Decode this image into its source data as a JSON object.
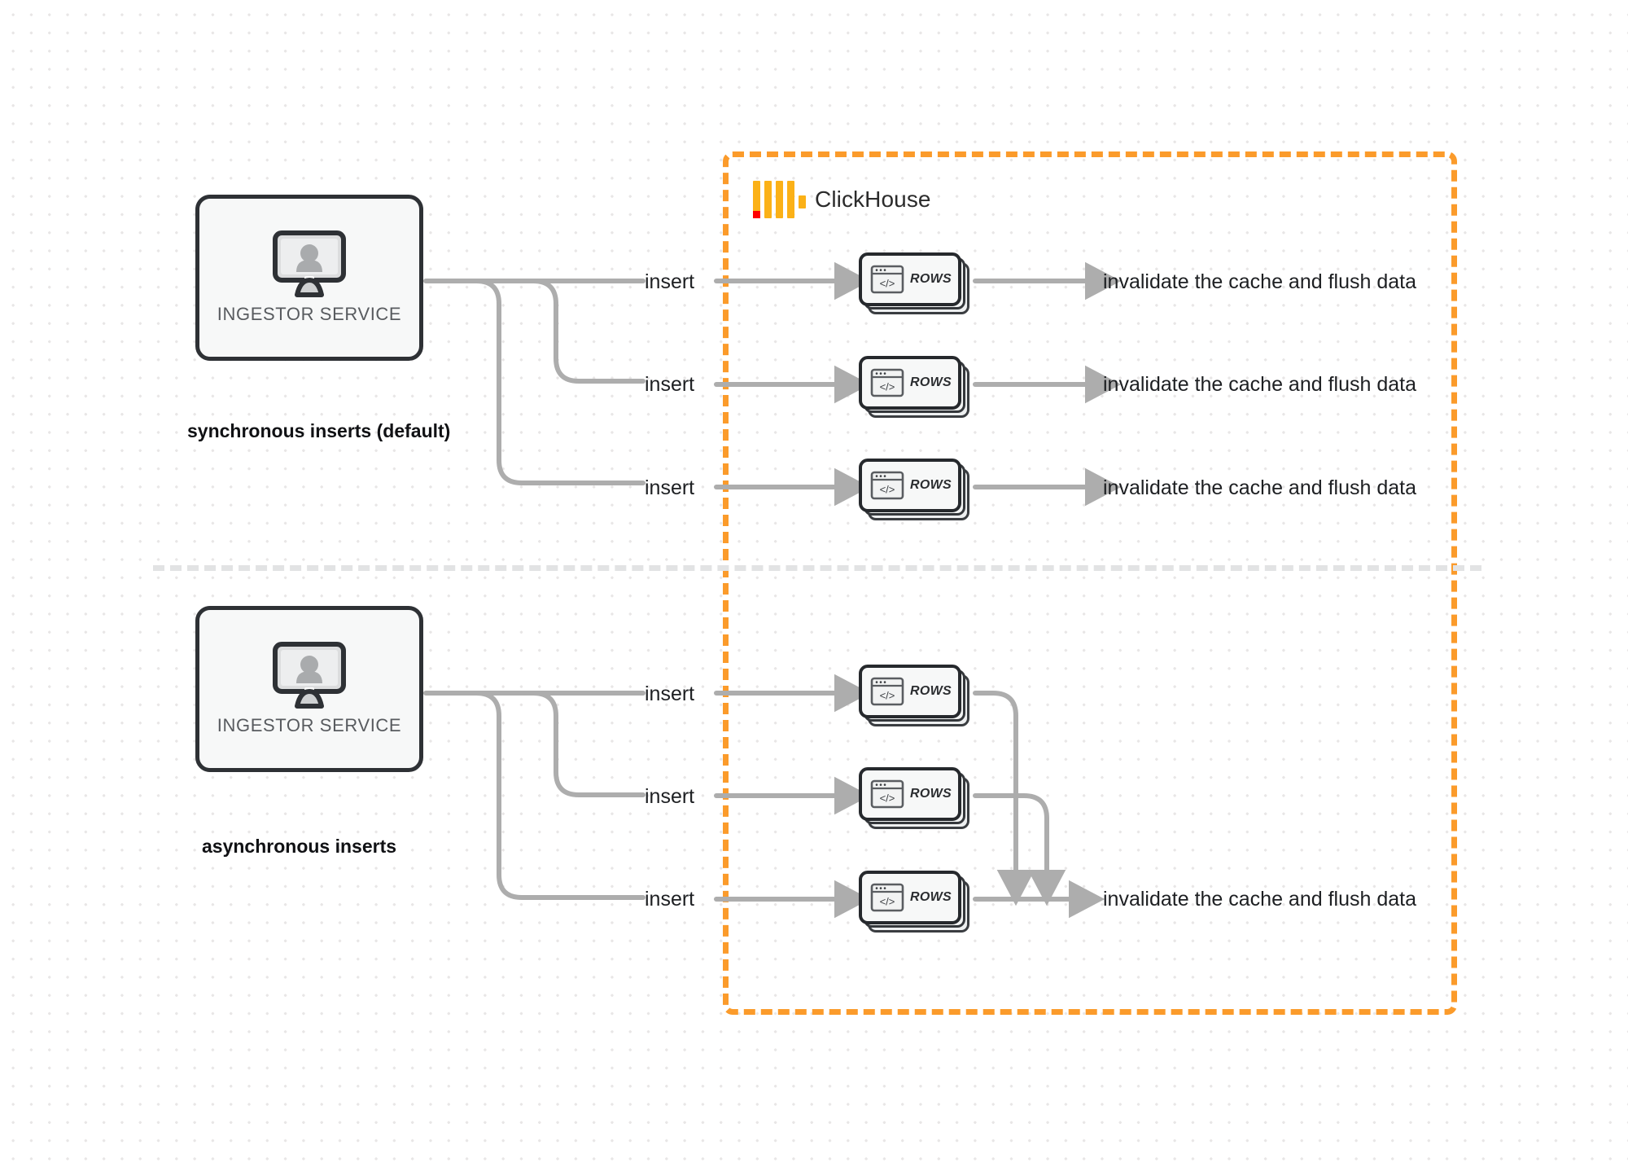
{
  "diagram": {
    "title": "ClickHouse synchronous vs asynchronous inserts",
    "brand": {
      "name": "ClickHouse",
      "logo_icon": "clickhouse-logo-icon",
      "accent_color": "#FB9B2B",
      "logo_bar_color": "#FBB117",
      "logo_dot_color": "#FF0000"
    },
    "colors": {
      "background": "#ffffff",
      "grid_dot": "#e8e6e6",
      "box_border": "#2E3135",
      "box_fill": "#F7F8F8",
      "connector": "#ADADAD",
      "divider": "#E2E3E4",
      "text": "#1d1f22",
      "muted_text": "#585B5F"
    },
    "region": {
      "label": "ClickHouse",
      "border_style": "dashed",
      "border_color": "#FB9B2B"
    },
    "divider_style": "dashed",
    "sections": [
      {
        "id": "synchronous",
        "label": "synchronous inserts (default)",
        "source": {
          "name": "INGESTOR SERVICE",
          "icon": "monitor-user-icon"
        },
        "flows": [
          {
            "insert_label": "insert",
            "target": {
              "label": "ROWS",
              "icon": "code-window-icon"
            },
            "result_label": "invalidate the cache and flush data"
          },
          {
            "insert_label": "insert",
            "target": {
              "label": "ROWS",
              "icon": "code-window-icon"
            },
            "result_label": "invalidate the cache and flush data"
          },
          {
            "insert_label": "insert",
            "target": {
              "label": "ROWS",
              "icon": "code-window-icon"
            },
            "result_label": "invalidate the cache and flush data"
          }
        ]
      },
      {
        "id": "asynchronous",
        "label": "asynchronous inserts",
        "source": {
          "name": "INGESTOR SERVICE",
          "icon": "monitor-user-icon"
        },
        "flows": [
          {
            "insert_label": "insert",
            "target": {
              "label": "ROWS",
              "icon": "code-window-icon"
            },
            "result_label": ""
          },
          {
            "insert_label": "insert",
            "target": {
              "label": "ROWS",
              "icon": "code-window-icon"
            },
            "result_label": ""
          },
          {
            "insert_label": "insert",
            "target": {
              "label": "ROWS",
              "icon": "code-window-icon"
            },
            "result_label": "invalidate the cache and flush data"
          }
        ],
        "merged_result_label": "invalidate the cache and flush data"
      }
    ]
  }
}
